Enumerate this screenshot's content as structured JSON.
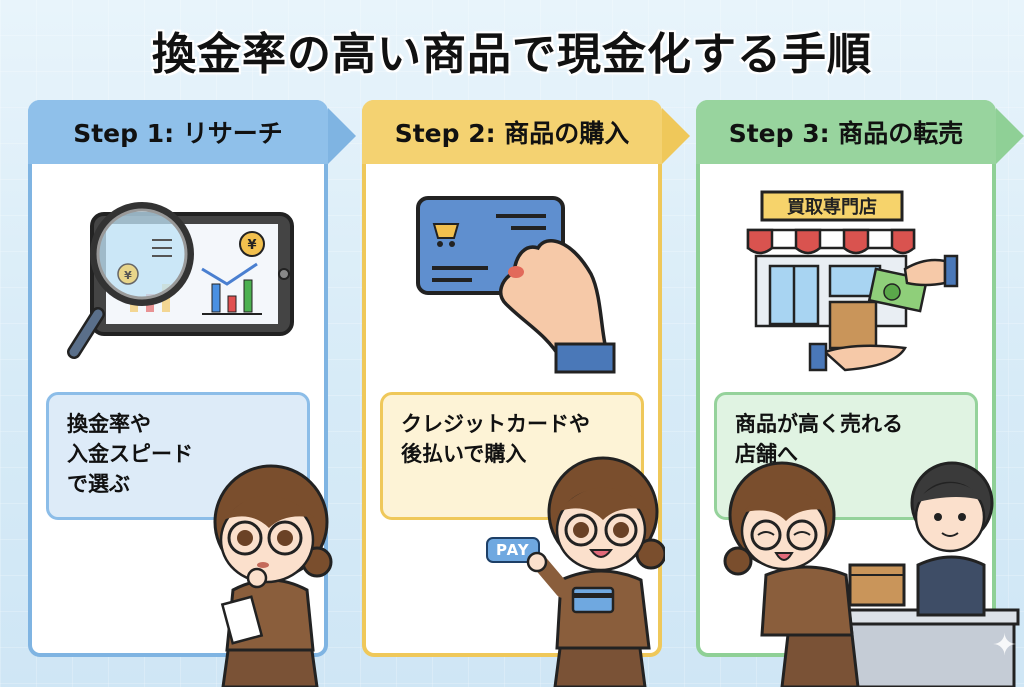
{
  "title": "換金率の高い商品で現金化する手順",
  "colors": {
    "step1": "#8fc0ea",
    "step2": "#f4d271",
    "step3": "#98d49e",
    "background": "#d7ebf7"
  },
  "steps": [
    {
      "header": "Step 1: リサーチ",
      "illustration": "magnifier-over-tablet-charts",
      "description_lines": [
        "換金率や",
        "入金スピード",
        "で選ぶ"
      ],
      "character": "thinking-woman-with-notepad"
    },
    {
      "header": "Step 2: 商品の購入",
      "illustration": "hand-holding-credit-card-with-cart",
      "description_lines": [
        "クレジットカードや",
        "後払いで購入"
      ],
      "character": "woman-pointing-pay-button",
      "pay_button_label": "PAY"
    },
    {
      "header": "Step 3: 商品の転売",
      "illustration": "buyback-shop-exchange",
      "shop_sign": "買取専門店",
      "description_lines": [
        "商品が高く売れる",
        "店舗へ"
      ],
      "character": "woman-handing-box-to-clerk"
    }
  ]
}
